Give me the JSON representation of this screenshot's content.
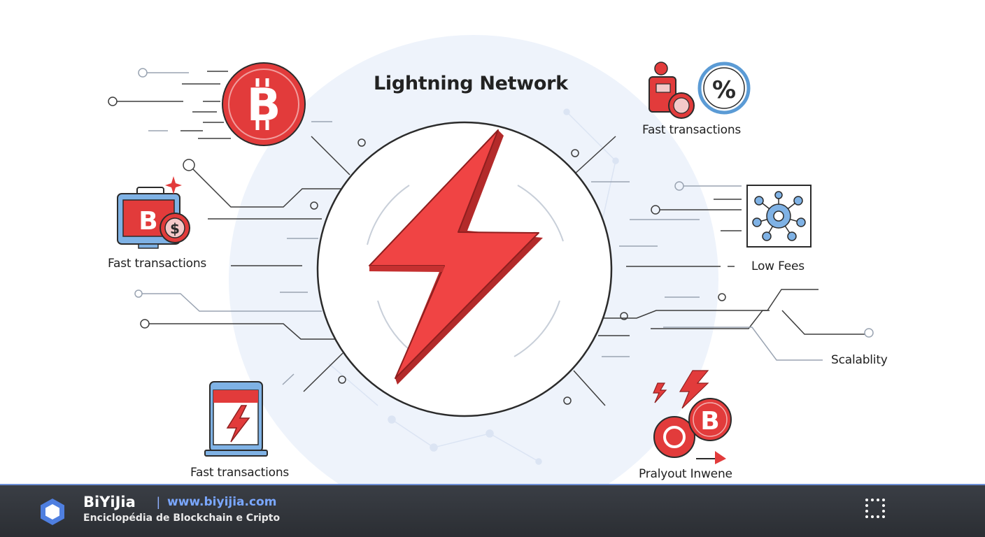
{
  "diagram": {
    "title": "Lightning Network",
    "labels": {
      "left_mid": "Fast transactions",
      "bottom_left": "Fast transactions",
      "top_right": "Fast transactions",
      "right_mid": "Low Fees",
      "right_lower": "Scalablity",
      "bottom_right": "Pralyout Inwene"
    },
    "icons": {
      "top_left": "bitcoin-coin-icon",
      "left_mid": "bitcoin-monitor-icon",
      "bottom_left": "lightning-tablet-icon",
      "top_right": "fee-percent-icon",
      "right_mid": "network-node-icon",
      "bottom_right": "bitcoin-coins-bolt-icon",
      "center": "lightning-bolt-icon"
    },
    "colors": {
      "accent_red": "#ef4444",
      "accent_blue": "#5b9bd5",
      "line_gray": "#444444"
    }
  },
  "footer": {
    "brand": "BiYiJia",
    "separator": "|",
    "url": "www.biyijia.com",
    "subtitle": "Enciclopédia de Blockchain e Cripto",
    "logo_icon": "hexagon-logo-icon",
    "menu_icon": "grid-dots-icon"
  }
}
